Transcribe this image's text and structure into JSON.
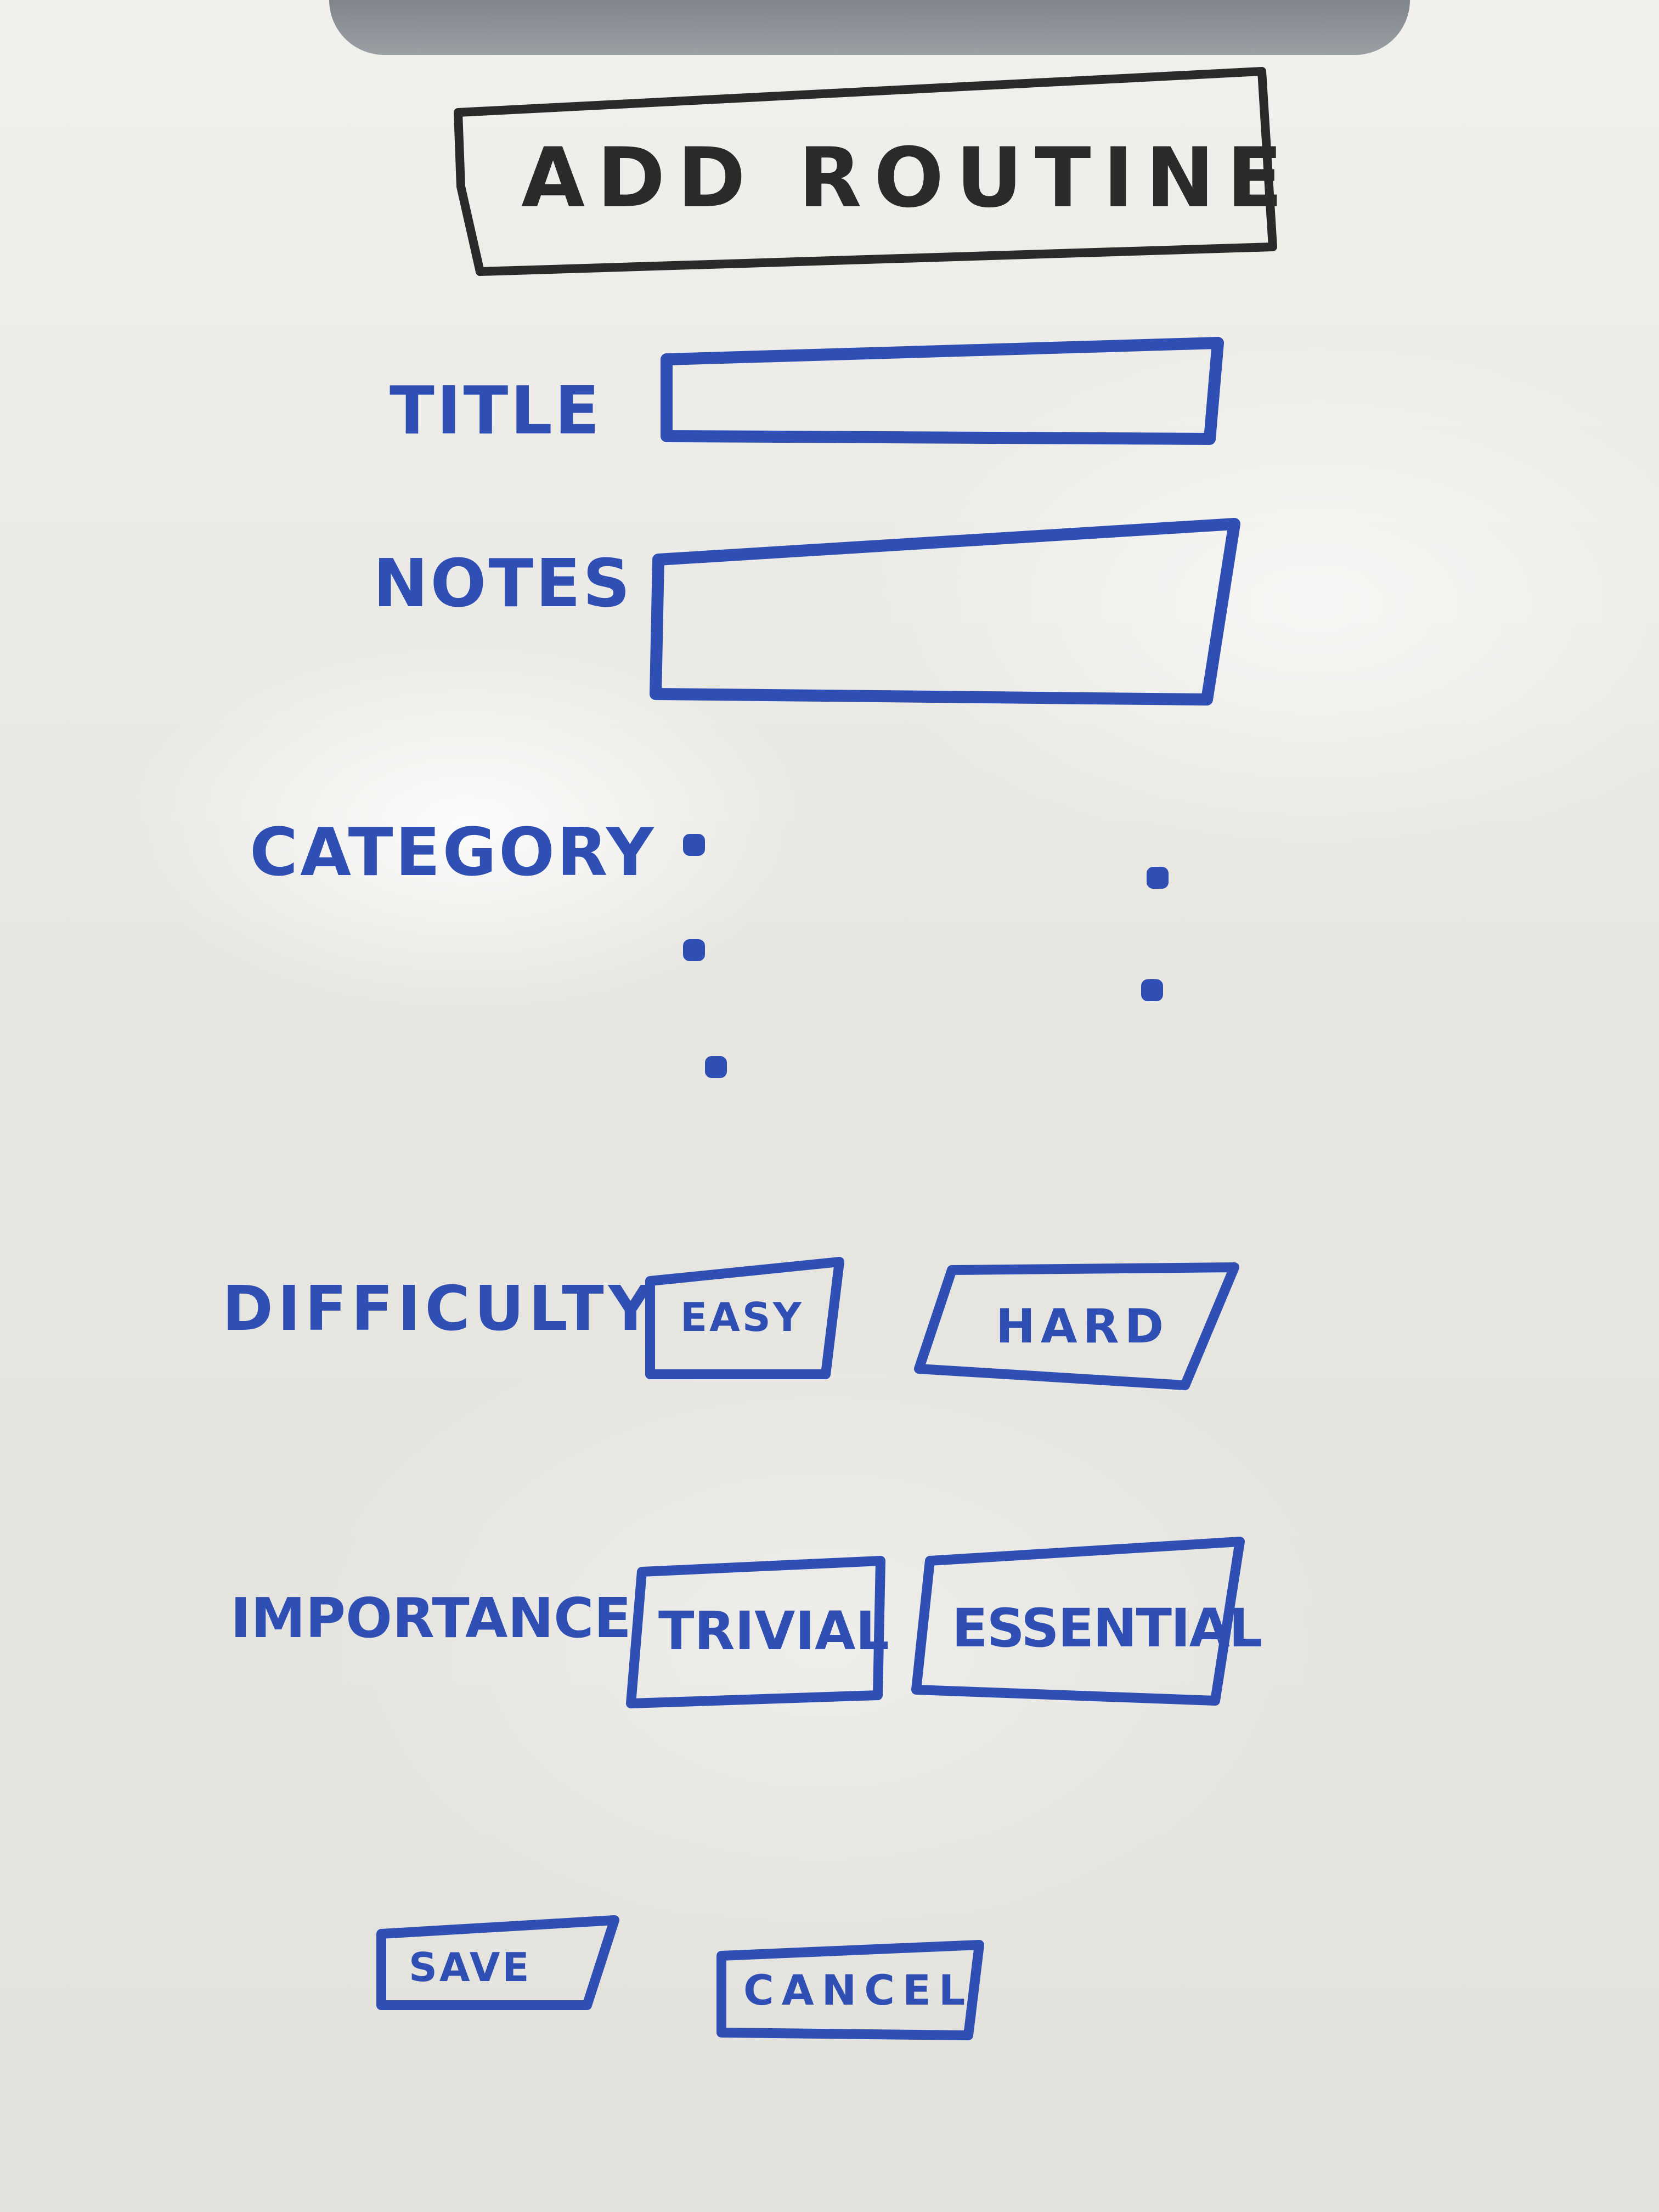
{
  "screen": {
    "title": "ADD ROUTINE"
  },
  "form": {
    "title_label": "TITLE",
    "title_value": "",
    "notes_label": "NOTES",
    "notes_value": "",
    "category_label": "CATEGORY",
    "difficulty_label": "DIFFICULTY",
    "difficulty_options": [
      "EASY",
      "HARD"
    ],
    "importance_label": "IMPORTANCE",
    "importance_options": [
      "TRIVIAL",
      "ESSENTIAL"
    ]
  },
  "actions": {
    "save_label": "SAVE",
    "cancel_label": "CANCEL"
  },
  "colors": {
    "marker_blue": "#2f4fb4",
    "marker_black": "#2a2a2a",
    "board": "#ecebe7"
  }
}
